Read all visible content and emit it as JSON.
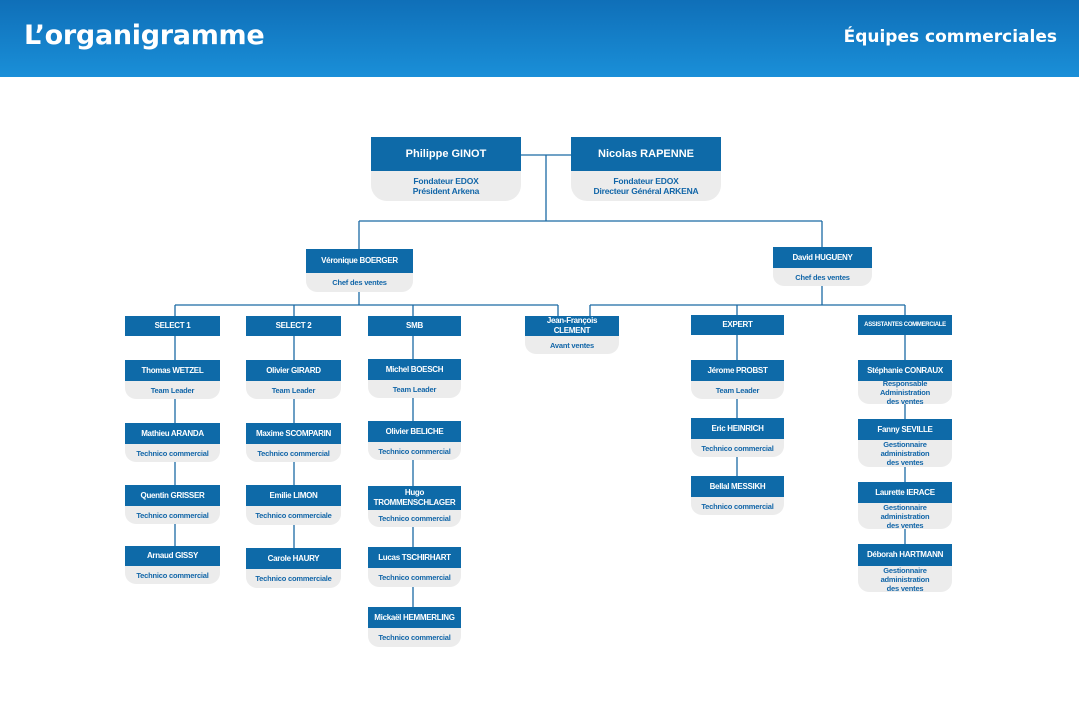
{
  "header": {
    "title": "L’organigramme",
    "subtitle": "Équipes commerciales"
  },
  "colors": {
    "header_blue": "#1a8fd8",
    "box_blue": "#0e6aa8",
    "role_bg": "#ececec",
    "role_text": "#1266a8"
  },
  "founders": [
    {
      "name": "Philippe GINOT",
      "role": "Fondateur EDOX\nPrésident Arkena"
    },
    {
      "name": "Nicolas RAPENNE",
      "role": "Fondateur EDOX\nDirecteur Général ARKENA"
    }
  ],
  "managers": [
    {
      "name": "Véronique BOERGER",
      "role": "Chef des ventes"
    },
    {
      "name": "David HUGUENY",
      "role": "Chef des ventes"
    }
  ],
  "teams": {
    "select1": {
      "label": "SELECT 1",
      "members": [
        {
          "name": "Thomas WETZEL",
          "role": "Team Leader"
        },
        {
          "name": "Mathieu ARANDA",
          "role": "Technico commercial"
        },
        {
          "name": "Quentin GRISSER",
          "role": "Technico commercial"
        },
        {
          "name": "Arnaud GISSY",
          "role": "Technico commercial"
        }
      ]
    },
    "select2": {
      "label": "SELECT 2",
      "members": [
        {
          "name": "Olivier GIRARD",
          "role": "Team Leader"
        },
        {
          "name": "Maxime SCOMPARIN",
          "role": "Technico commercial"
        },
        {
          "name": "Emilie LIMON",
          "role": "Technico commerciale"
        },
        {
          "name": "Carole HAURY",
          "role": "Technico commerciale"
        }
      ]
    },
    "smb": {
      "label": "SMB",
      "members": [
        {
          "name": "Michel BOESCH",
          "role": "Team Leader"
        },
        {
          "name": "Olivier BELICHE",
          "role": "Technico commercial"
        },
        {
          "name": "Hugo\nTROMMENSCHLAGER",
          "role": "Technico commercial"
        },
        {
          "name": "Lucas TSCHIRHART",
          "role": "Technico commercial"
        },
        {
          "name": "Mickaël HEMMERLING",
          "role": "Technico commercial"
        }
      ]
    },
    "avant_ventes": {
      "name": "Jean-François CLEMENT",
      "role": "Avant ventes"
    },
    "expert": {
      "label": "EXPERT",
      "members": [
        {
          "name": "Jérome PROBST",
          "role": "Team Leader"
        },
        {
          "name": "Eric HEINRICH",
          "role": "Technico commercial"
        },
        {
          "name": "Bellal MESSIKH",
          "role": "Technico commercial"
        }
      ]
    },
    "assistantes": {
      "label": "ASSISTANTES COMMERCIALE",
      "members": [
        {
          "name": "Stéphanie CONRAUX",
          "role": "Responsable Administration\ndes ventes"
        },
        {
          "name": "Fanny SEVILLE",
          "role": "Gestionnaire administration\ndes ventes"
        },
        {
          "name": "Laurette IERACE",
          "role": "Gestionnaire administration\ndes ventes"
        },
        {
          "name": "Déborah HARTMANN",
          "role": "Gestionnaire administration\ndes ventes"
        }
      ]
    }
  }
}
